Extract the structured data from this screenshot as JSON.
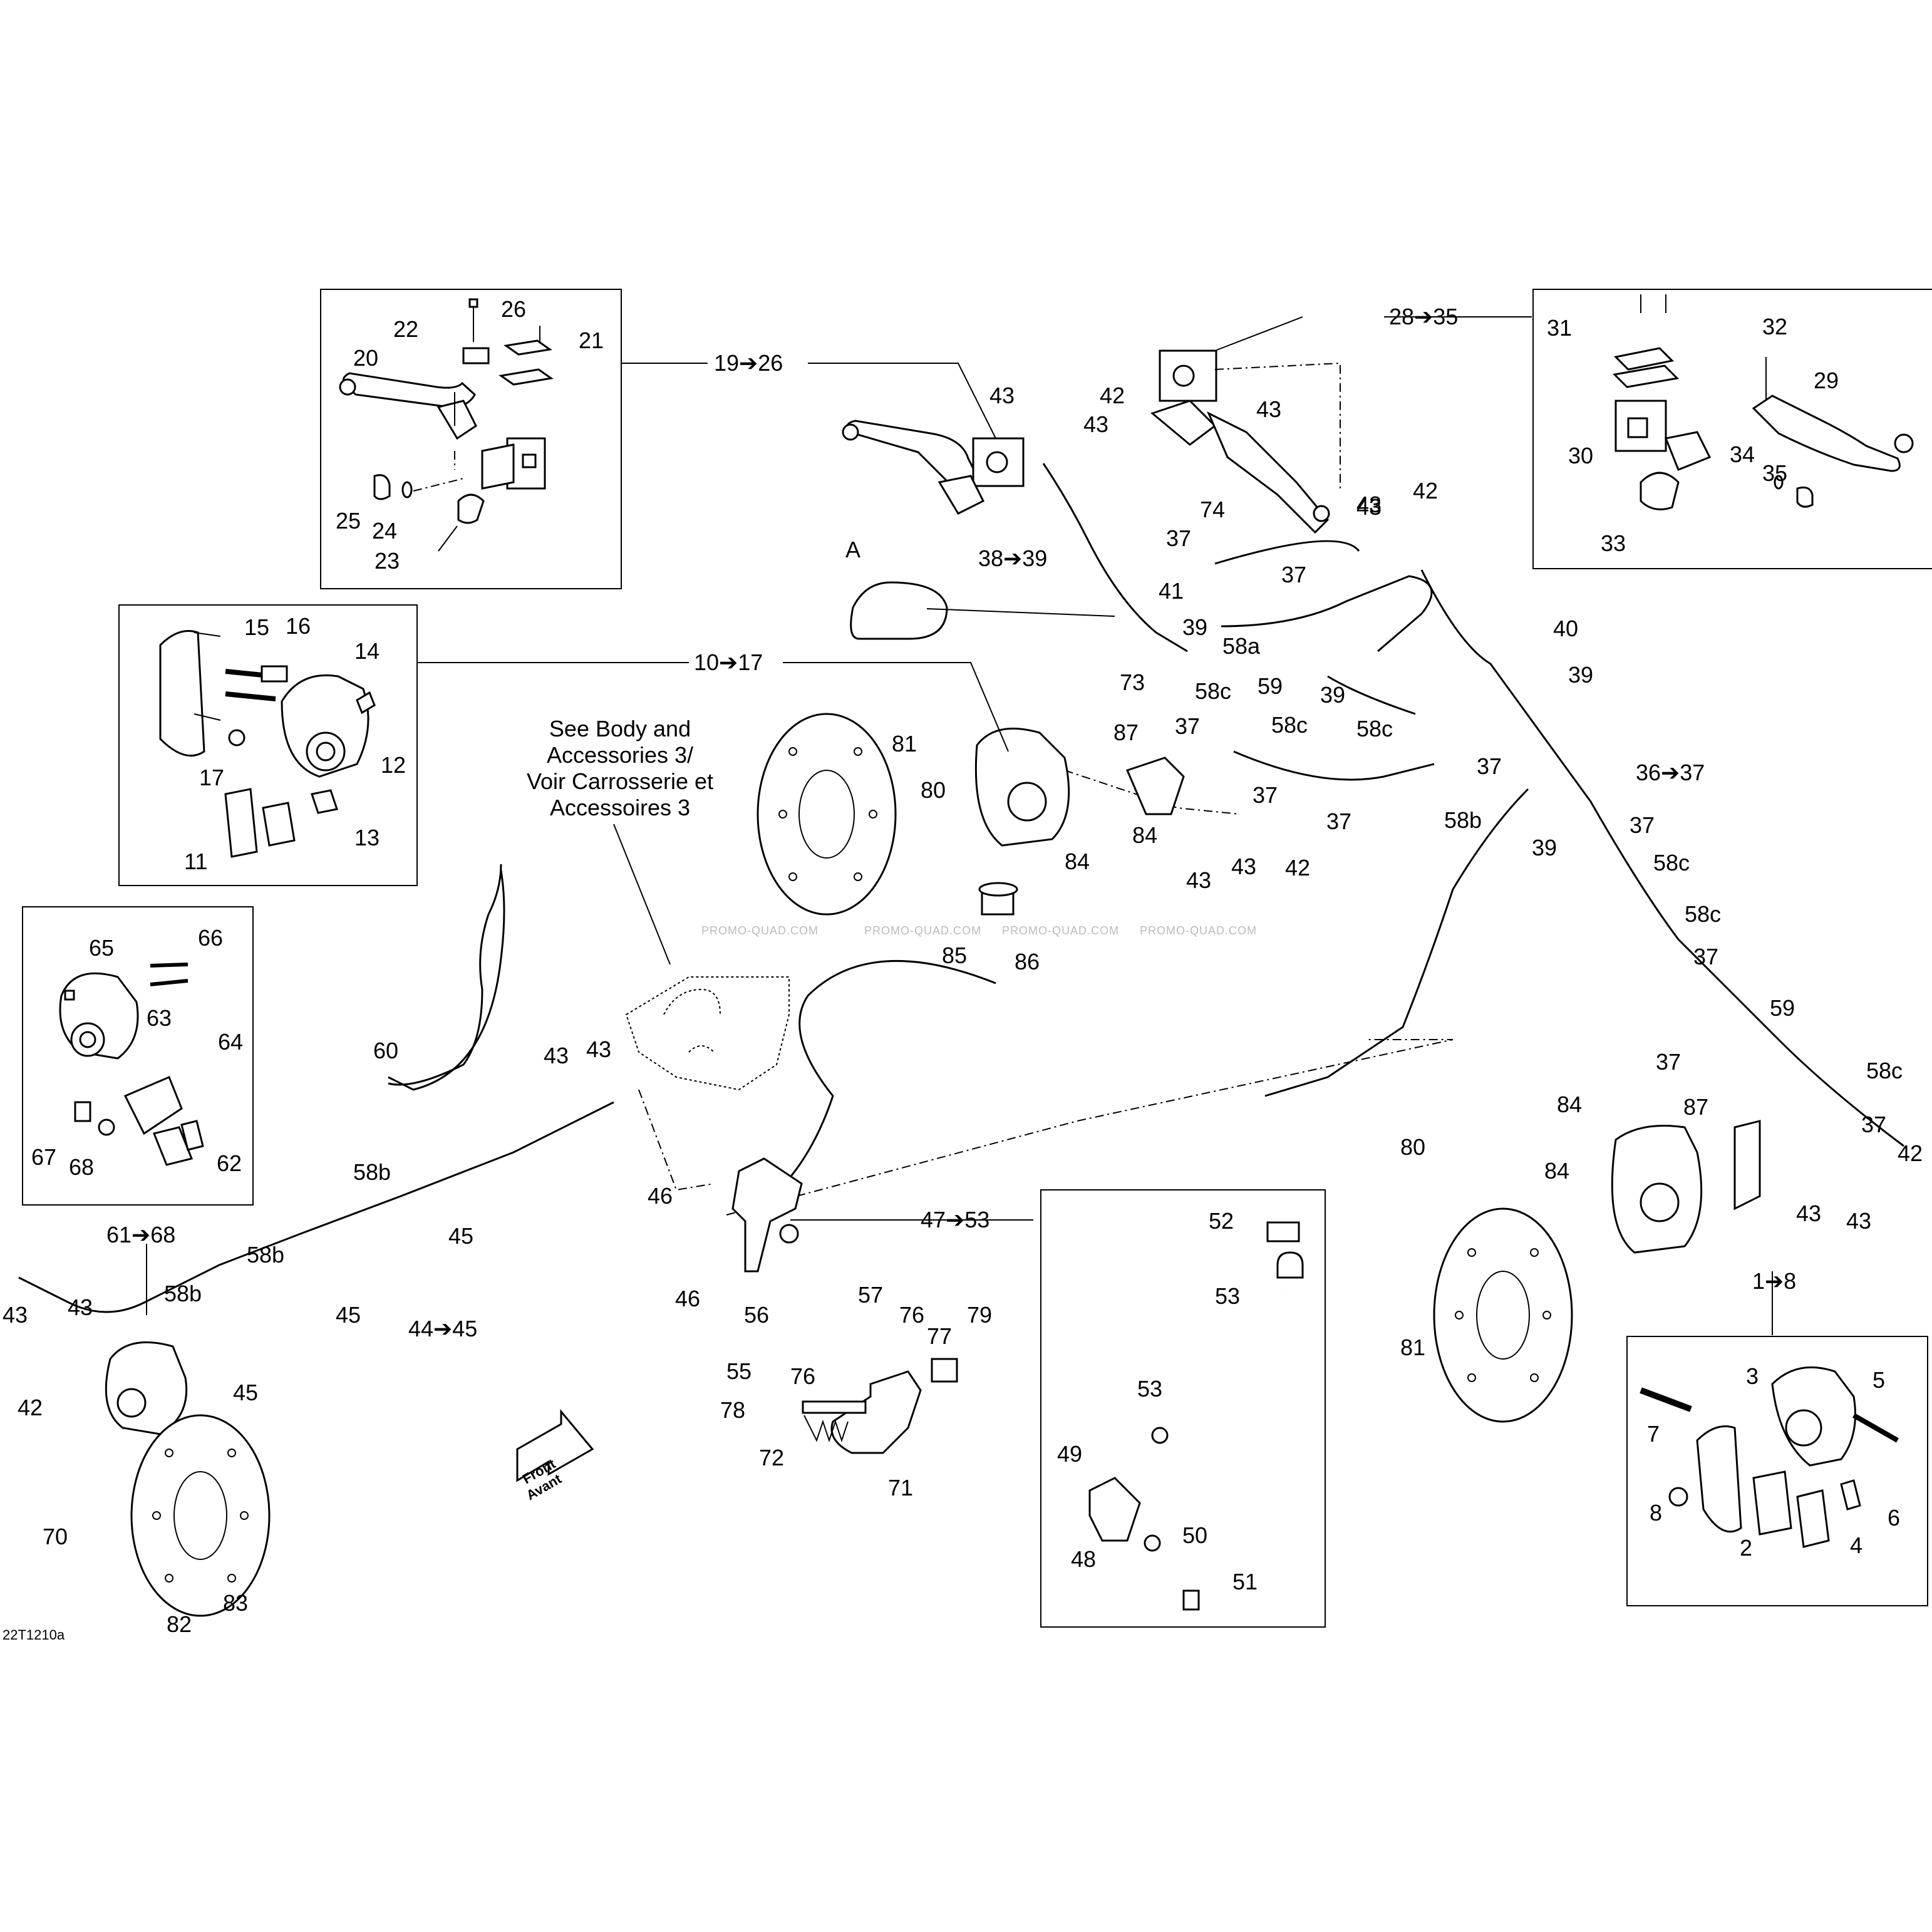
{
  "diagram_code": "22T1210a",
  "watermark": "PROMO-QUAD.COM",
  "note": {
    "line1": "See Body and",
    "line2": "Accessories 3/",
    "line3": "Voir Carrosserie et",
    "line4": "Accessoires 3"
  },
  "front_arrow": {
    "line1": "Front",
    "line2": "Avant"
  },
  "detail_marker": "A",
  "group_refs": {
    "master_left": "19➔26",
    "master_right": "28➔35",
    "caliper_front_left": "10➔17",
    "caliper_rear": "61➔68",
    "caliper_front_right": "1➔8",
    "rear_master": "47➔53",
    "hose_front": "36➔37",
    "hose_left": "38➔39",
    "hose_rear": "44➔45"
  },
  "callouts": {
    "c1": "20",
    "c2": "22",
    "c3": "26",
    "c4": "21",
    "c5": "25",
    "c6": "24",
    "c7": "23",
    "c8": "15",
    "c9": "16",
    "c10": "14",
    "c11": "12",
    "c12": "17",
    "c13": "11",
    "c14": "13",
    "c15": "65",
    "c16": "66",
    "c17": "63",
    "c18": "64",
    "c19": "67",
    "c20": "68",
    "c21": "62",
    "c22": "43",
    "c23": "42",
    "c24": "43",
    "c25": "43",
    "c26": "43",
    "c27": "74",
    "c28": "37",
    "c29": "43",
    "c30": "42",
    "c31": "37",
    "c32": "41",
    "c33": "39",
    "c34": "58a",
    "c35": "39",
    "c36": "73",
    "c37": "58c",
    "c38": "59",
    "c39": "37",
    "c40": "58c",
    "c41": "58c",
    "c42": "40",
    "c43": "39",
    "c44": "87",
    "c45": "37",
    "c46": "37",
    "c47": "37",
    "c48": "58b",
    "c49": "84",
    "c50": "43",
    "c51": "43",
    "c52": "42",
    "c53": "39",
    "c54": "37",
    "c55": "58c",
    "c56": "58c",
    "c57": "37",
    "c58": "59",
    "c59": "37",
    "c60": "58c",
    "c61": "37",
    "c62": "81",
    "c63": "80",
    "c64": "84",
    "c65": "85",
    "c66": "86",
    "c67": "31",
    "c68": "32",
    "c69": "29",
    "c70": "30",
    "c71": "34",
    "c72": "35",
    "c73": "33",
    "c74": "60",
    "c75": "43",
    "c76": "43",
    "c77": "58b",
    "c78": "45",
    "c79": "58b",
    "c80": "45",
    "c81": "58b",
    "c82": "45",
    "c83": "43",
    "c84": "43",
    "c85": "42",
    "c86": "70",
    "c87": "83",
    "c88": "82",
    "c89": "46",
    "c90": "46",
    "c91": "57",
    "c92": "56",
    "c93": "55",
    "c94": "76",
    "c95": "77",
    "c96": "79",
    "c97": "76",
    "c98": "78",
    "c99": "72",
    "c100": "71",
    "c101": "52",
    "c102": "53",
    "c103": "53",
    "c104": "49",
    "c105": "50",
    "c106": "48",
    "c107": "51",
    "c108": "84",
    "c109": "87",
    "c110": "80",
    "c111": "84",
    "c112": "42",
    "c113": "43",
    "c114": "43",
    "c115": "81",
    "c116": "3",
    "c117": "5",
    "c118": "7",
    "c119": "6",
    "c120": "8",
    "c121": "2",
    "c122": "4"
  }
}
